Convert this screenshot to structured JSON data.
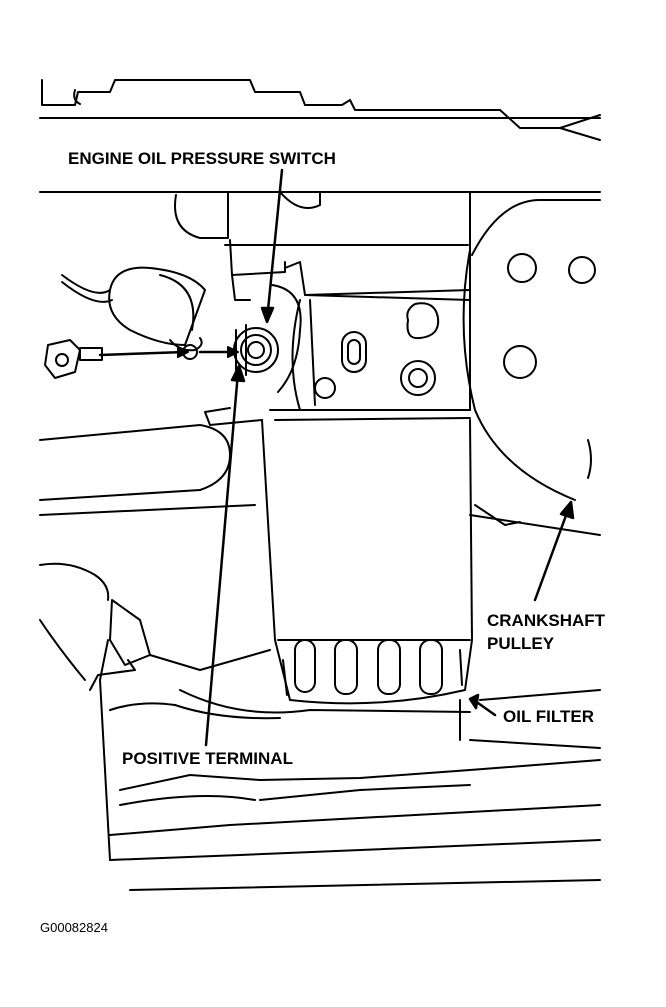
{
  "labels": {
    "engine_oil_pressure_switch": "ENGINE OIL PRESSURE SWITCH",
    "crankshaft_pulley_line1": "CRANKSHAFT",
    "crankshaft_pulley_line2": "PULLEY",
    "oil_filter": "OIL FILTER",
    "positive_terminal": "POSITIVE TERMINAL"
  },
  "figure_id": "G00082824",
  "colors": {
    "ink": "#000000",
    "paper": "#ffffff"
  }
}
